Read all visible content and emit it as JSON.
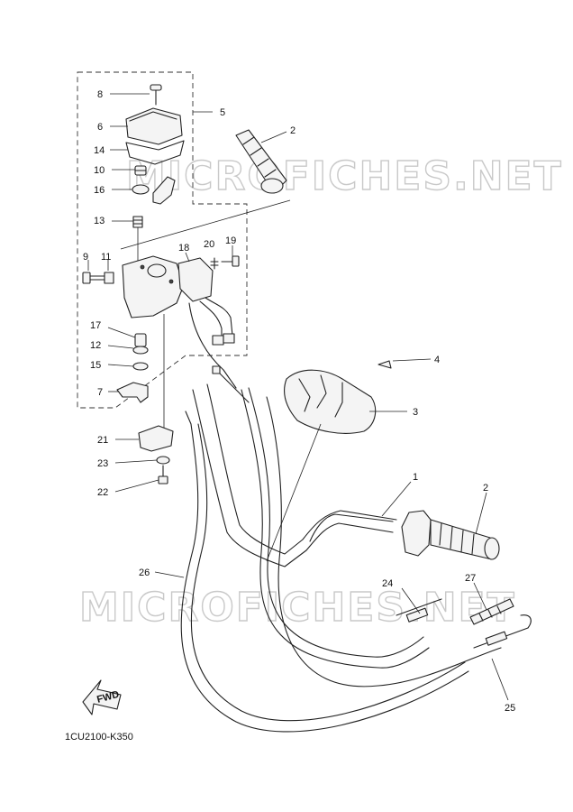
{
  "diagram_code": "1CU2100-K350",
  "watermark": "MICROFICHES.NET",
  "fwd_label": "FWD",
  "callouts": [
    "1",
    "2",
    "2",
    "3",
    "4",
    "5",
    "6",
    "7",
    "8",
    "9",
    "10",
    "11",
    "12",
    "13",
    "14",
    "15",
    "16",
    "17",
    "18",
    "19",
    "20",
    "21",
    "22",
    "23",
    "24",
    "25",
    "26",
    "27"
  ]
}
